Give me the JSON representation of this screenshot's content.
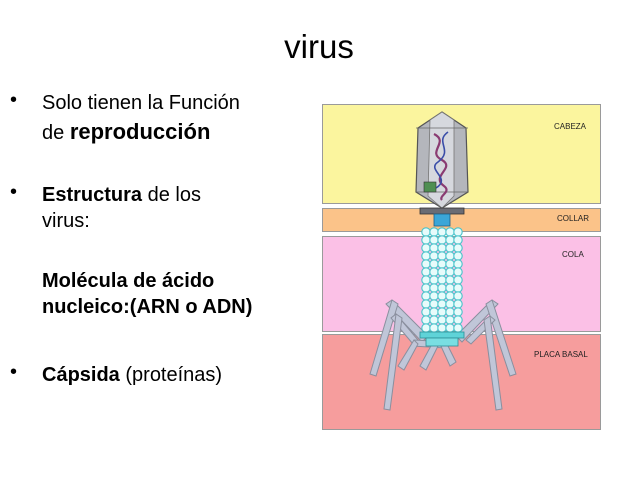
{
  "slide": {
    "title": "virus",
    "bullet_char": "•",
    "b1": {
      "line1": "Solo tienen la Función",
      "line2_pre": "de ",
      "line2_bold": "reproducción"
    },
    "b2": {
      "bold": "Estructura",
      "rest": " de los",
      "line2": "virus:"
    },
    "sub": {
      "line1": "Molécula de ácido",
      "line2": "nucleico:(ARN o ADN)"
    },
    "b3": {
      "bold": "Cápsida",
      "rest": " (proteínas)"
    }
  },
  "diagram": {
    "labels": {
      "head": "CABEZA",
      "collar": "COLLAR",
      "tail": "COLA",
      "base": "PLACA BASAL"
    },
    "colors": {
      "head": "#fbf59e",
      "collar": "#fbc389",
      "tail": "#fbc0e6",
      "base": "#f69d9d",
      "capsid": "#c8c8c8",
      "sheath": "#5fd3d8",
      "fibers": "#c0c6d8"
    }
  }
}
